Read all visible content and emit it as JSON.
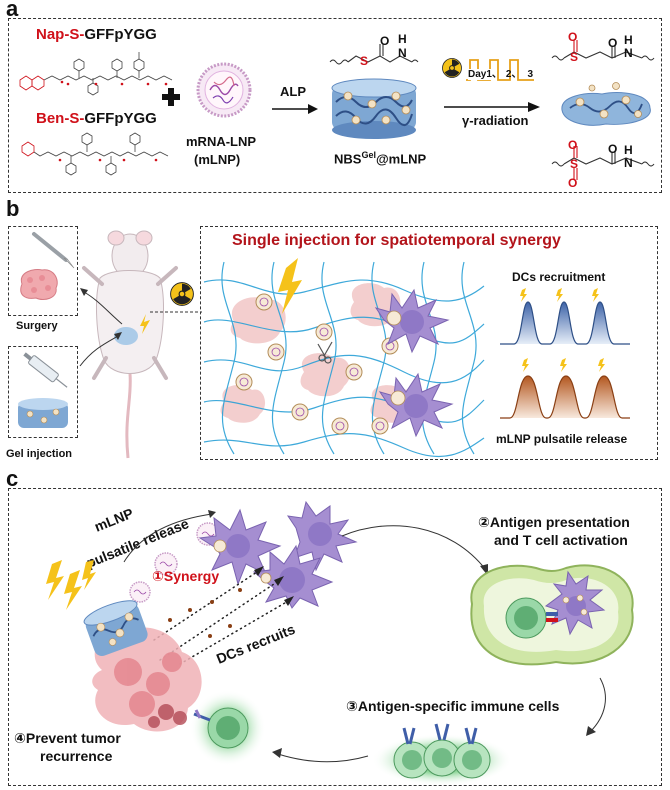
{
  "panel_a": {
    "label": "a",
    "peptide1_prefix": "Nap-S-",
    "peptide1_suffix": "GFFpYGG",
    "peptide2_prefix": "Ben-S-",
    "peptide2_suffix": "GFFpYGG",
    "lnp_name": "mRNA-LNP",
    "lnp_abbrev": "(mLNP)",
    "arrow1_label": "ALP",
    "gel_name_pre": "NBS",
    "gel_name_sup": "Gel",
    "gel_name_post": "@mLNP",
    "day_prefix": "Day1",
    "day_sep": "、",
    "day_2": "2",
    "day_3": "3",
    "arrow2_label": "γ-radiation",
    "atom_s": "S",
    "atom_o": "O",
    "atom_n": "N",
    "atom_h": "H"
  },
  "panel_b": {
    "label": "b",
    "surgery_label": "Surgery",
    "gel_injection_label": "Gel injection",
    "title": "Single injection for spatiotemporal synergy",
    "dc_label": "DCs recruitment",
    "release_label": "mLNP pulsatile release"
  },
  "panel_c": {
    "label": "c",
    "release_line1": "mLNP",
    "release_line2": "pulsatile release",
    "synergy": "①Synergy",
    "dcs_recruits": "DCs recruits",
    "step2_line1": "②Antigen presentation",
    "step2_line2": "and T cell activation",
    "step3": "③Antigen-specific immune cells",
    "step4_line1": "④Prevent tumor",
    "step4_line2": "recurrence"
  },
  "colors": {
    "accent_red": "#d0111a",
    "title_red": "#b3141b",
    "dc_purple": "#8d6cb5",
    "gel_blue": "#6f95c2",
    "tumor_pink": "#e8a7a7",
    "peak_blue": "#3d63a8",
    "peak_brown": "#b3571f",
    "lightning_yellow": "#f5c21a",
    "t_cell_green": "#8fd69a"
  },
  "icons": [
    "radiation-icon",
    "lightning-icon",
    "scissors-icon",
    "syringe-icon",
    "scalpel-icon",
    "mouse-icon"
  ]
}
